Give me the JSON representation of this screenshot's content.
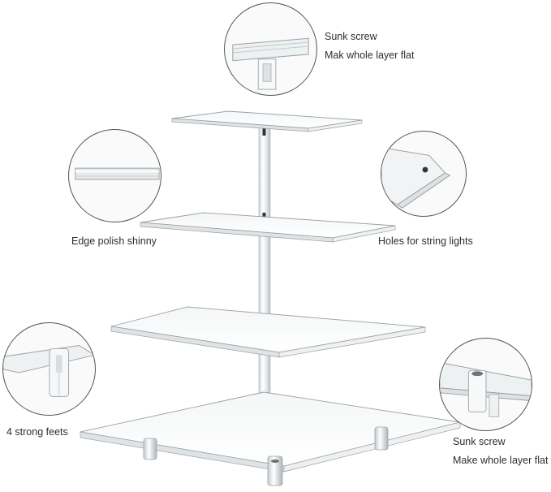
{
  "callouts": {
    "top_line1": "Sunk screw",
    "top_line2": "Mak whole layer flat",
    "edge": "Edge polish shinny",
    "holes": "Holes for string lights",
    "feet": "4 strong feets",
    "bottom_line1": "Sunk screw",
    "bottom_line2": "Make whole layer flat"
  },
  "tiers": 4
}
